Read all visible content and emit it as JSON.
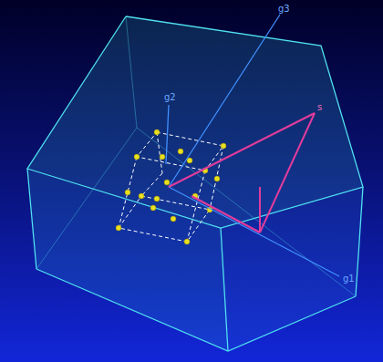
{
  "diagram": {
    "labels": [
      "g3",
      "g2",
      "g1",
      "s"
    ]
  }
}
